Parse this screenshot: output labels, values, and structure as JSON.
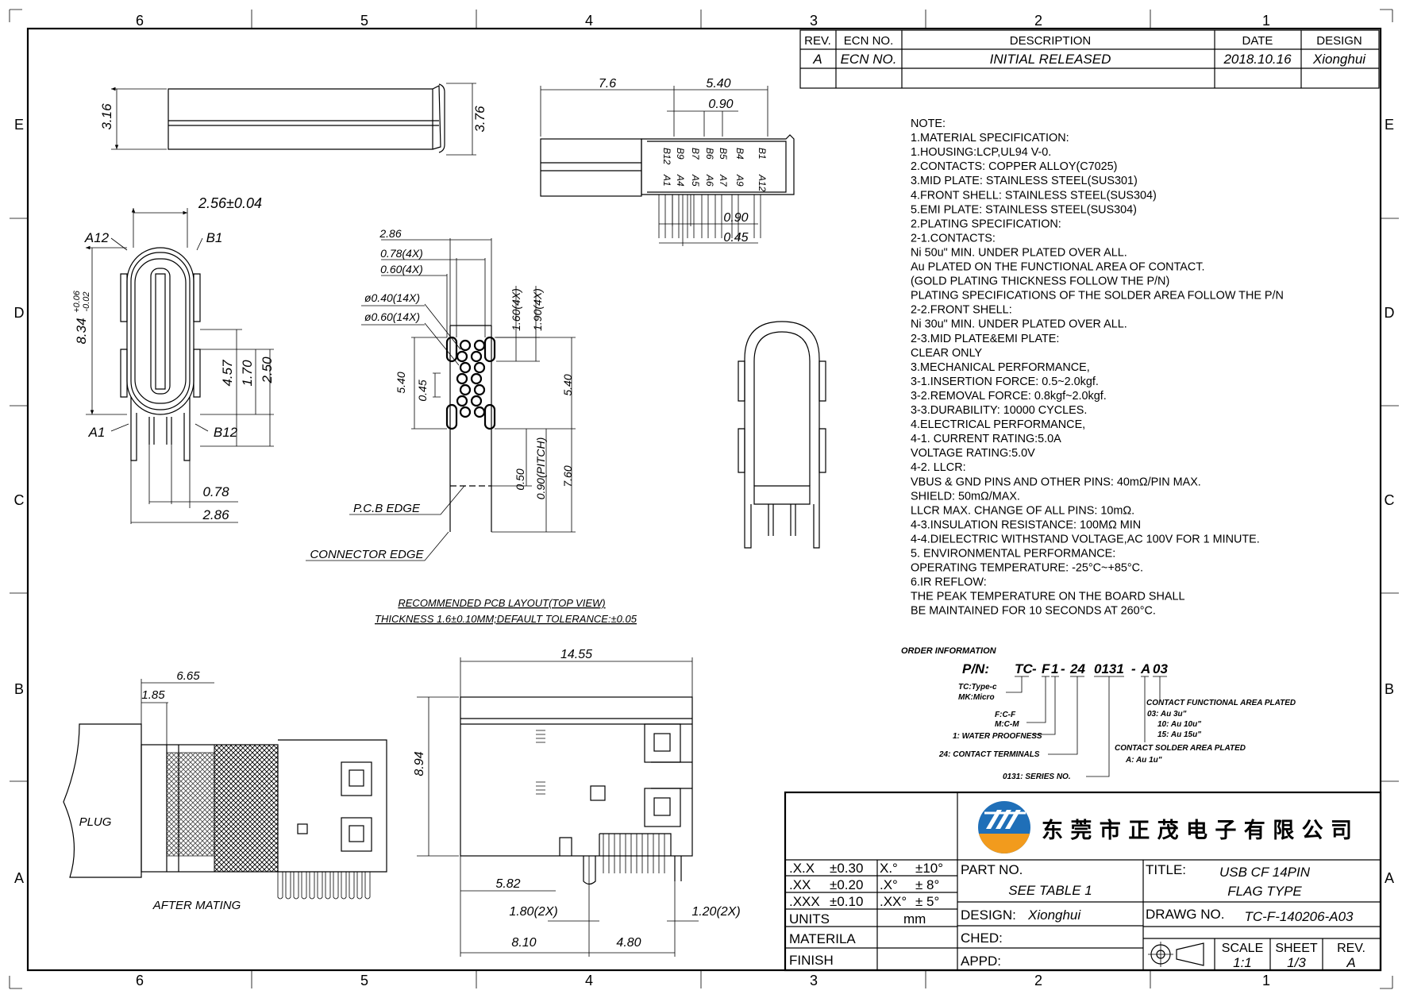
{
  "border": {
    "cols_top": [
      "6",
      "5",
      "4",
      "3",
      "2",
      "1"
    ],
    "cols_bottom": [
      "6",
      "5",
      "4",
      "3",
      "2",
      "1"
    ],
    "rows": [
      "E",
      "D",
      "C",
      "B",
      "A"
    ]
  },
  "revision": {
    "headers": [
      "REV.",
      "ECN  NO.",
      "DESCRIPTION",
      "DATE",
      "DESIGN"
    ],
    "row": [
      "A",
      "ECN  NO.",
      "INITIAL  RELEASED",
      "2018.10.16",
      "Xionghui"
    ]
  },
  "notes": [
    "NOTE:",
    "1.MATERIAL  SPECIFICATION:",
    " 1.HOUSING:LCP,UL94  V-0.",
    " 2.CONTACTS:  COPPER  ALLOY(C7025)",
    " 3.MID  PLATE:  STAINLESS  STEEL(SUS301)",
    " 4.FRONT  SHELL:  STAINLESS  STEEL(SUS304)",
    " 5.EMI  PLATE:  STAINLESS  STEEL(SUS304)",
    "2.PLATING  SPECIFICATION:",
    "   2-1.CONTACTS:",
    "      Ni  50u\"  MIN.  UNDER  PLATED  OVER  ALL.",
    "      Au  PLATED  ON  THE  FUNCTIONAL  AREA  OF  CONTACT.",
    "      (GOLD  PLATING  THICKNESS  FOLLOW  THE  P/N)",
    "      PLATING  SPECIFICATIONS  OF  THE  SOLDER  AREA  FOLLOW  THE  P/N",
    "2-2.FRONT  SHELL:",
    "      Ni  30u\"  MIN.  UNDER  PLATED  OVER  ALL.",
    "2-3.MID  PLATE&EMI  PLATE:",
    "      CLEAR  ONLY",
    "3.MECHANICAL  PERFORMANCE,",
    "   3-1.INSERTION  FORCE:  0.5~2.0kgf.",
    "   3-2.REMOVAL  FORCE:  0.8kgf~2.0kgf.",
    "   3-3.DURABILITY:  10000  CYCLES.",
    "4.ELECTRICAL  PERFORMANCE,",
    "   4-1.  CURRENT  RATING:5.0A",
    "           VOLTAGE  RATING:5.0V",
    "   4-2.  LLCR:",
    "              VBUS  &  GND  PINS  AND  OTHER  PINS:  40mΩ/PIN  MAX.",
    "              SHIELD:  50mΩ/MAX.",
    "              LLCR  MAX.  CHANGE  OF  ALL  PINS:  10mΩ.",
    "   4-3.INSULATION  RESISTANCE:  100MΩ    MIN",
    "   4-4.DIELECTRIC  WITHSTAND  VOLTAGE,AC  100V  FOR  1  MINUTE.",
    "5.  ENVIRONMENTAL  PERFORMANCE:",
    "   OPERATING  TEMPERATURE:  -25°C~+85°C.",
    "6.IR  REFLOW:",
    "   THE  PEAK  TEMPERATURE  ON  THE  BOARD  SHALL",
    "   BE  MAINTAINED  FOR  10  SECONDS  AT  260°C."
  ],
  "order": {
    "heading": "ORDER INFORMATION",
    "pn_label": "P/N:",
    "pn_parts": [
      "TC",
      "-",
      "F",
      "1",
      "-",
      "24",
      "0131",
      "-",
      "A",
      "03"
    ],
    "tc_labels": [
      "TC:Type-c",
      "MK:Micro"
    ],
    "f_labels": [
      "F:C-F",
      "M:C-M"
    ],
    "water": "1:  WATER  PROOFNESS",
    "terminals": "24:  CONTACT  TERMINALS",
    "series": "0131:  SERIES  NO.",
    "functional_title": "CONTACT  FUNCTIONAL  AREA  PLATED",
    "functional_items": [
      "03:  Au  3u\"",
      "10:  Au  10u\"",
      "15:  Au  15u\""
    ],
    "solder_title": "CONTACT  SOLDER  AREA  PLATED",
    "solder_item": "A:  Au  1u\""
  },
  "dims": {
    "side_316": "3.16",
    "side_376": "3.76",
    "front_256": "2.56±0.04",
    "front_a12": "A12",
    "front_b1": "B1",
    "front_a1": "A1",
    "front_b12": "B12",
    "front_834": "8.34",
    "front_834_tol_up": "+0.06",
    "front_834_tol_dn": "-0.02",
    "front_457": "4.57",
    "front_170": "1.70",
    "front_250": "2.50",
    "front_078": "0.78",
    "front_286": "2.86",
    "pcb_286": "2.86",
    "pcb_078": "0.78(4X)",
    "pcb_060": "0.60(4X)",
    "pcb_040": "ø0.40(14X)",
    "pcb_060b": "ø0.60(14X)",
    "pcb_160": "1.60(4X)",
    "pcb_190": "1.90(4X)",
    "pcb_540l": "5.40",
    "pcb_045": "0.45",
    "pcb_540r": "5.40",
    "pcb_050": "0.50",
    "pcb_090p": "0.90(PITCH)",
    "pcb_760": "7.60",
    "pcb_edge": "P.C.B  EDGE",
    "conn_edge": "CONNECTOR  EDGE",
    "layout_title": "RECOMMENDED  PCB  LAYOUT(TOP  VIEW)",
    "layout_sub": "THICKNESS  1.6±0.10MM;DEFAULT  TOLERANCE:±0.05",
    "top_76": "7.6",
    "top_540": "5.40",
    "top_090a": "0.90",
    "top_090b": "0.90",
    "top_045": "0.45",
    "top_pins_upper": [
      "B12",
      "B9",
      "B7",
      "B6",
      "B5",
      "B4",
      "B1"
    ],
    "top_pins_lower": [
      "A1",
      "A4",
      "A5",
      "A6",
      "A7",
      "A9",
      "A12"
    ],
    "mate_665": "6.65",
    "mate_185": "1.85",
    "plug": "PLUG",
    "after_mating": "AFTER  MATING",
    "bot_1455": "14.55",
    "bot_894": "8.94",
    "bot_582": "5.82",
    "bot_180": "1.80(2X)",
    "bot_120": "1.20(2X)",
    "bot_810": "8.10",
    "bot_480": "4.80"
  },
  "title_block": {
    "company": "东 莞 市 正 茂 电 子 有 限 公 司",
    "tolerances": [
      {
        "a": ".X.X",
        "b": "±0.30",
        "c": "X.°",
        "d": "±10°"
      },
      {
        "a": ".XX",
        "b": "±0.20",
        "c": ".X°",
        "d": "±  8°"
      },
      {
        "a": ".XXX",
        "b": "±0.10",
        "c": ".XX°",
        "d": "±  5°"
      }
    ],
    "units_label": "UNITS",
    "units_value": "mm",
    "materila": "MATERILA",
    "finish": "FINISH",
    "part_no_label": "PART NO.",
    "part_no_value": "SEE  TABLE  1",
    "design_label": "DESIGN:",
    "design_value": "Xionghui",
    "ched": "CHED:",
    "appd": "APPD:",
    "title_label": "TITLE:",
    "title_line1": "USB  CF  14PIN",
    "title_line2": "FLAG  TYPE",
    "drawg_label": "DRAWG  NO.",
    "drawg_value": "TC-F-140206-A03",
    "scale_label": "SCALE",
    "scale_value": "1:1",
    "sheet_label": "SHEET",
    "sheet_value": "1/3",
    "rev_label": "REV.",
    "rev_value": "A"
  },
  "colors": {
    "logo_blue": "#1f6fb8",
    "logo_orange": "#f29b1d"
  }
}
